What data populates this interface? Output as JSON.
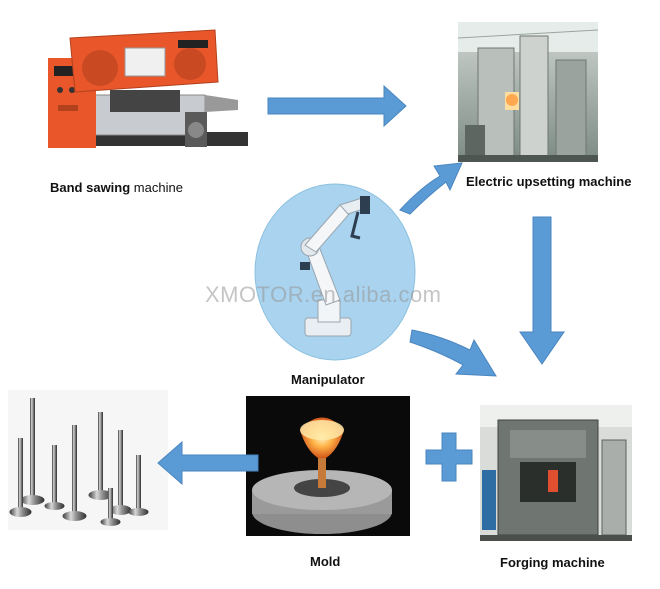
{
  "diagram": {
    "watermark": "XMOTOR.en.aliba.com",
    "nodes": {
      "band_sawing": {
        "label_bold": "Band sawing",
        "label_rest": " machine"
      },
      "electric_upsetting": {
        "label": "Electric upsetting machine"
      },
      "manipulator": {
        "label": "Manipulator"
      },
      "forging": {
        "label": "Forging machine"
      },
      "mold": {
        "label": "Mold"
      }
    },
    "colors": {
      "arrow": "#5b9bd5",
      "arrow_edge": "#4a86c0",
      "machine_orange": "#e8562a",
      "ellipse_blue": "#a9d3ee"
    },
    "icons": {
      "band_sawing": "band-saw-machine-illustration",
      "electric_upsetting": "upsetting-machine-illustration",
      "manipulator": "robot-arm-illustration",
      "mold": "glowing-mold-illustration",
      "forging": "forging-press-illustration",
      "valves": "engine-valves-illustration",
      "plus": "plus-icon"
    }
  }
}
